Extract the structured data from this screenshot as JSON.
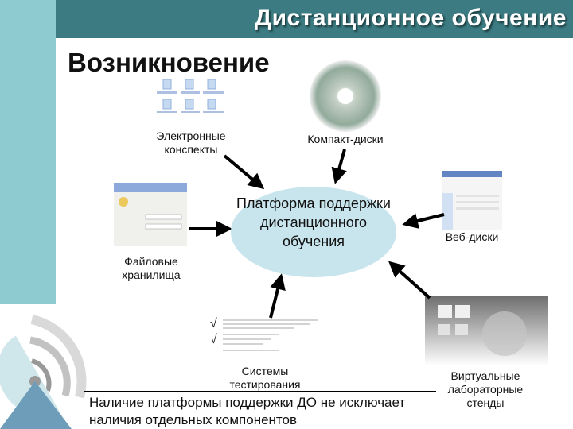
{
  "header": {
    "title": "Дистанционное обучение"
  },
  "slide": {
    "subtitle": "Возникновение"
  },
  "center": {
    "label": "Платформа поддержки дистанционного обучения"
  },
  "nodes": {
    "notes": "Электронные конспекты",
    "cds": "Компакт-диски",
    "web": "Веб-диски",
    "files": "Файловые хранилища",
    "tests": "Системы тестирования",
    "labs": "Виртуальные лабораторные стенды"
  },
  "note": {
    "line1": "Наличие платформы поддержки ДО не исключает",
    "line2": "наличия отдельных компонентов"
  },
  "colors": {
    "header": "#3b7b81",
    "sidebar": "#8ecbd1",
    "ellipse": "#c8e5ed"
  }
}
